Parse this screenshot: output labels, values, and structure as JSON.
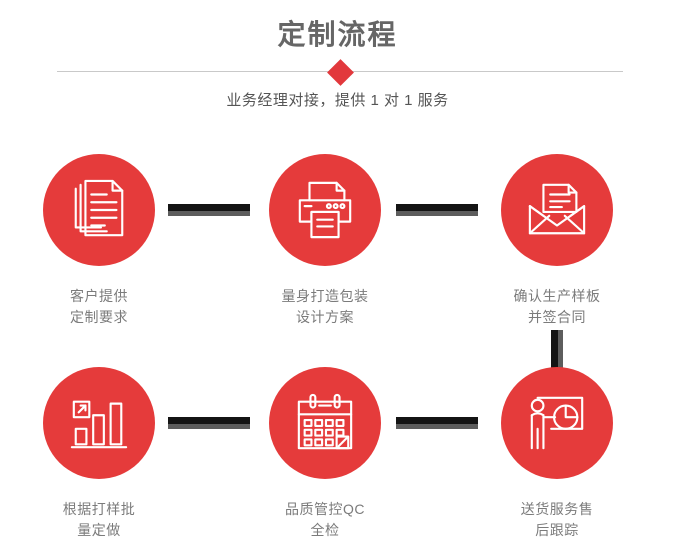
{
  "header": {
    "title": "定制流程",
    "subtitle": "业务经理对接，提供 1 对 1 服务",
    "divider_icon": "diamond-icon"
  },
  "colors": {
    "accent_red": "#e53b3b",
    "diamond_red": "#e2383c",
    "title_grey": "#666666",
    "caption_grey": "#7b7b7b",
    "connector_dark": "#141414",
    "connector_grey": "#5d5d5d",
    "divider_grey": "#c9c9c9"
  },
  "flow": {
    "steps": [
      {
        "id": 1,
        "icon": "documents-icon",
        "caption": "客户提供\n定制要求"
      },
      {
        "id": 2,
        "icon": "printer-icon",
        "caption": "量身打造包装\n设计方案"
      },
      {
        "id": 3,
        "icon": "envelope-icon",
        "caption": "确认生产样板\n并签合同"
      },
      {
        "id": 4,
        "icon": "bar-chart-icon",
        "caption": "根据打样批\n量定做"
      },
      {
        "id": 5,
        "icon": "calendar-icon",
        "caption": "品质管控QC\n全检"
      },
      {
        "id": 6,
        "icon": "presenter-icon",
        "caption": "送货服务售\n后跟踪"
      }
    ],
    "connectors": [
      {
        "name": "connector-step1-step2",
        "orientation": "horizontal"
      },
      {
        "name": "connector-step2-step3",
        "orientation": "horizontal"
      },
      {
        "name": "connector-step3-step6",
        "orientation": "vertical"
      },
      {
        "name": "connector-step4-step5",
        "orientation": "horizontal"
      },
      {
        "name": "connector-step5-step6",
        "orientation": "horizontal"
      }
    ]
  }
}
